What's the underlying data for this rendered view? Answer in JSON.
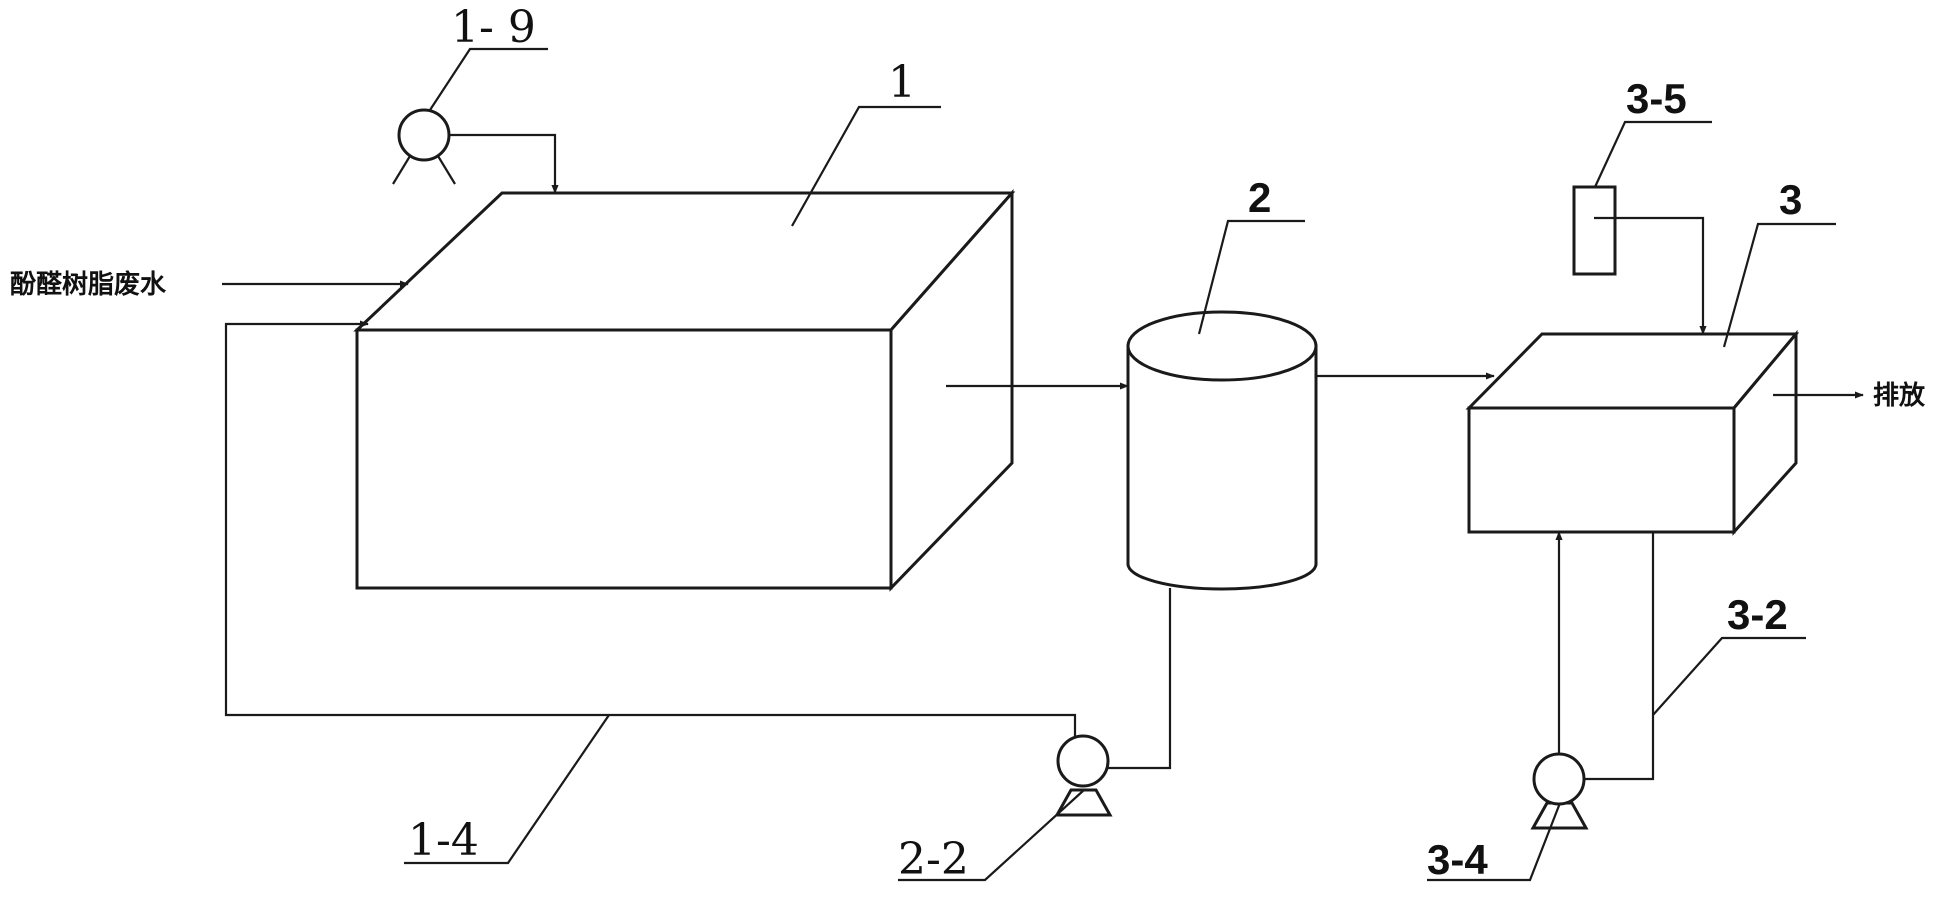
{
  "labels": {
    "l1_9": "1- 9",
    "l1": "1",
    "l2": "2",
    "l3": "3",
    "l3_5": "3-5",
    "l3_2": "3-2",
    "l1_4": "1-4",
    "l2_2": "2-2",
    "l3_4": "3-4"
  },
  "text": {
    "inlet": "酚醛树脂废水",
    "outlet": "排放"
  }
}
